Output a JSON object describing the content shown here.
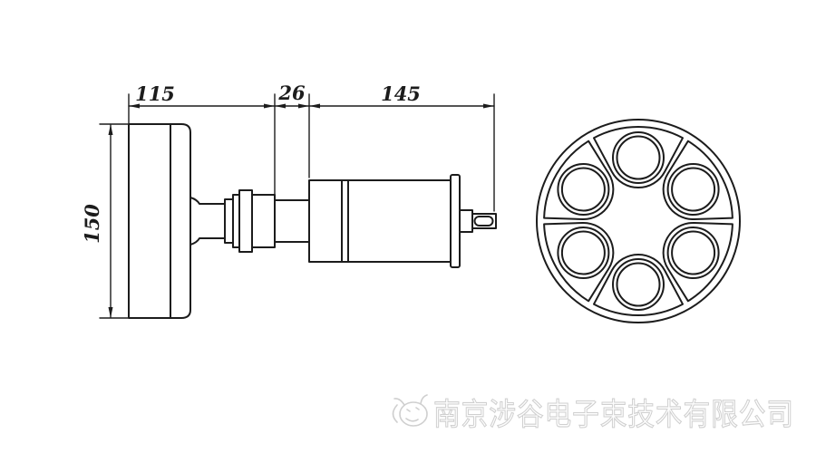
{
  "colors": {
    "background": "#ffffff",
    "line": "#1c1c1c",
    "watermark": "#cfcfcf"
  },
  "dimensions": {
    "flange_width": "115",
    "neck_length": "26",
    "body_length": "145",
    "flange_height": "150"
  },
  "watermark": {
    "company_name": "南京涉谷电子束技术有限公司",
    "logo_icon": "mascot-logo-icon"
  }
}
